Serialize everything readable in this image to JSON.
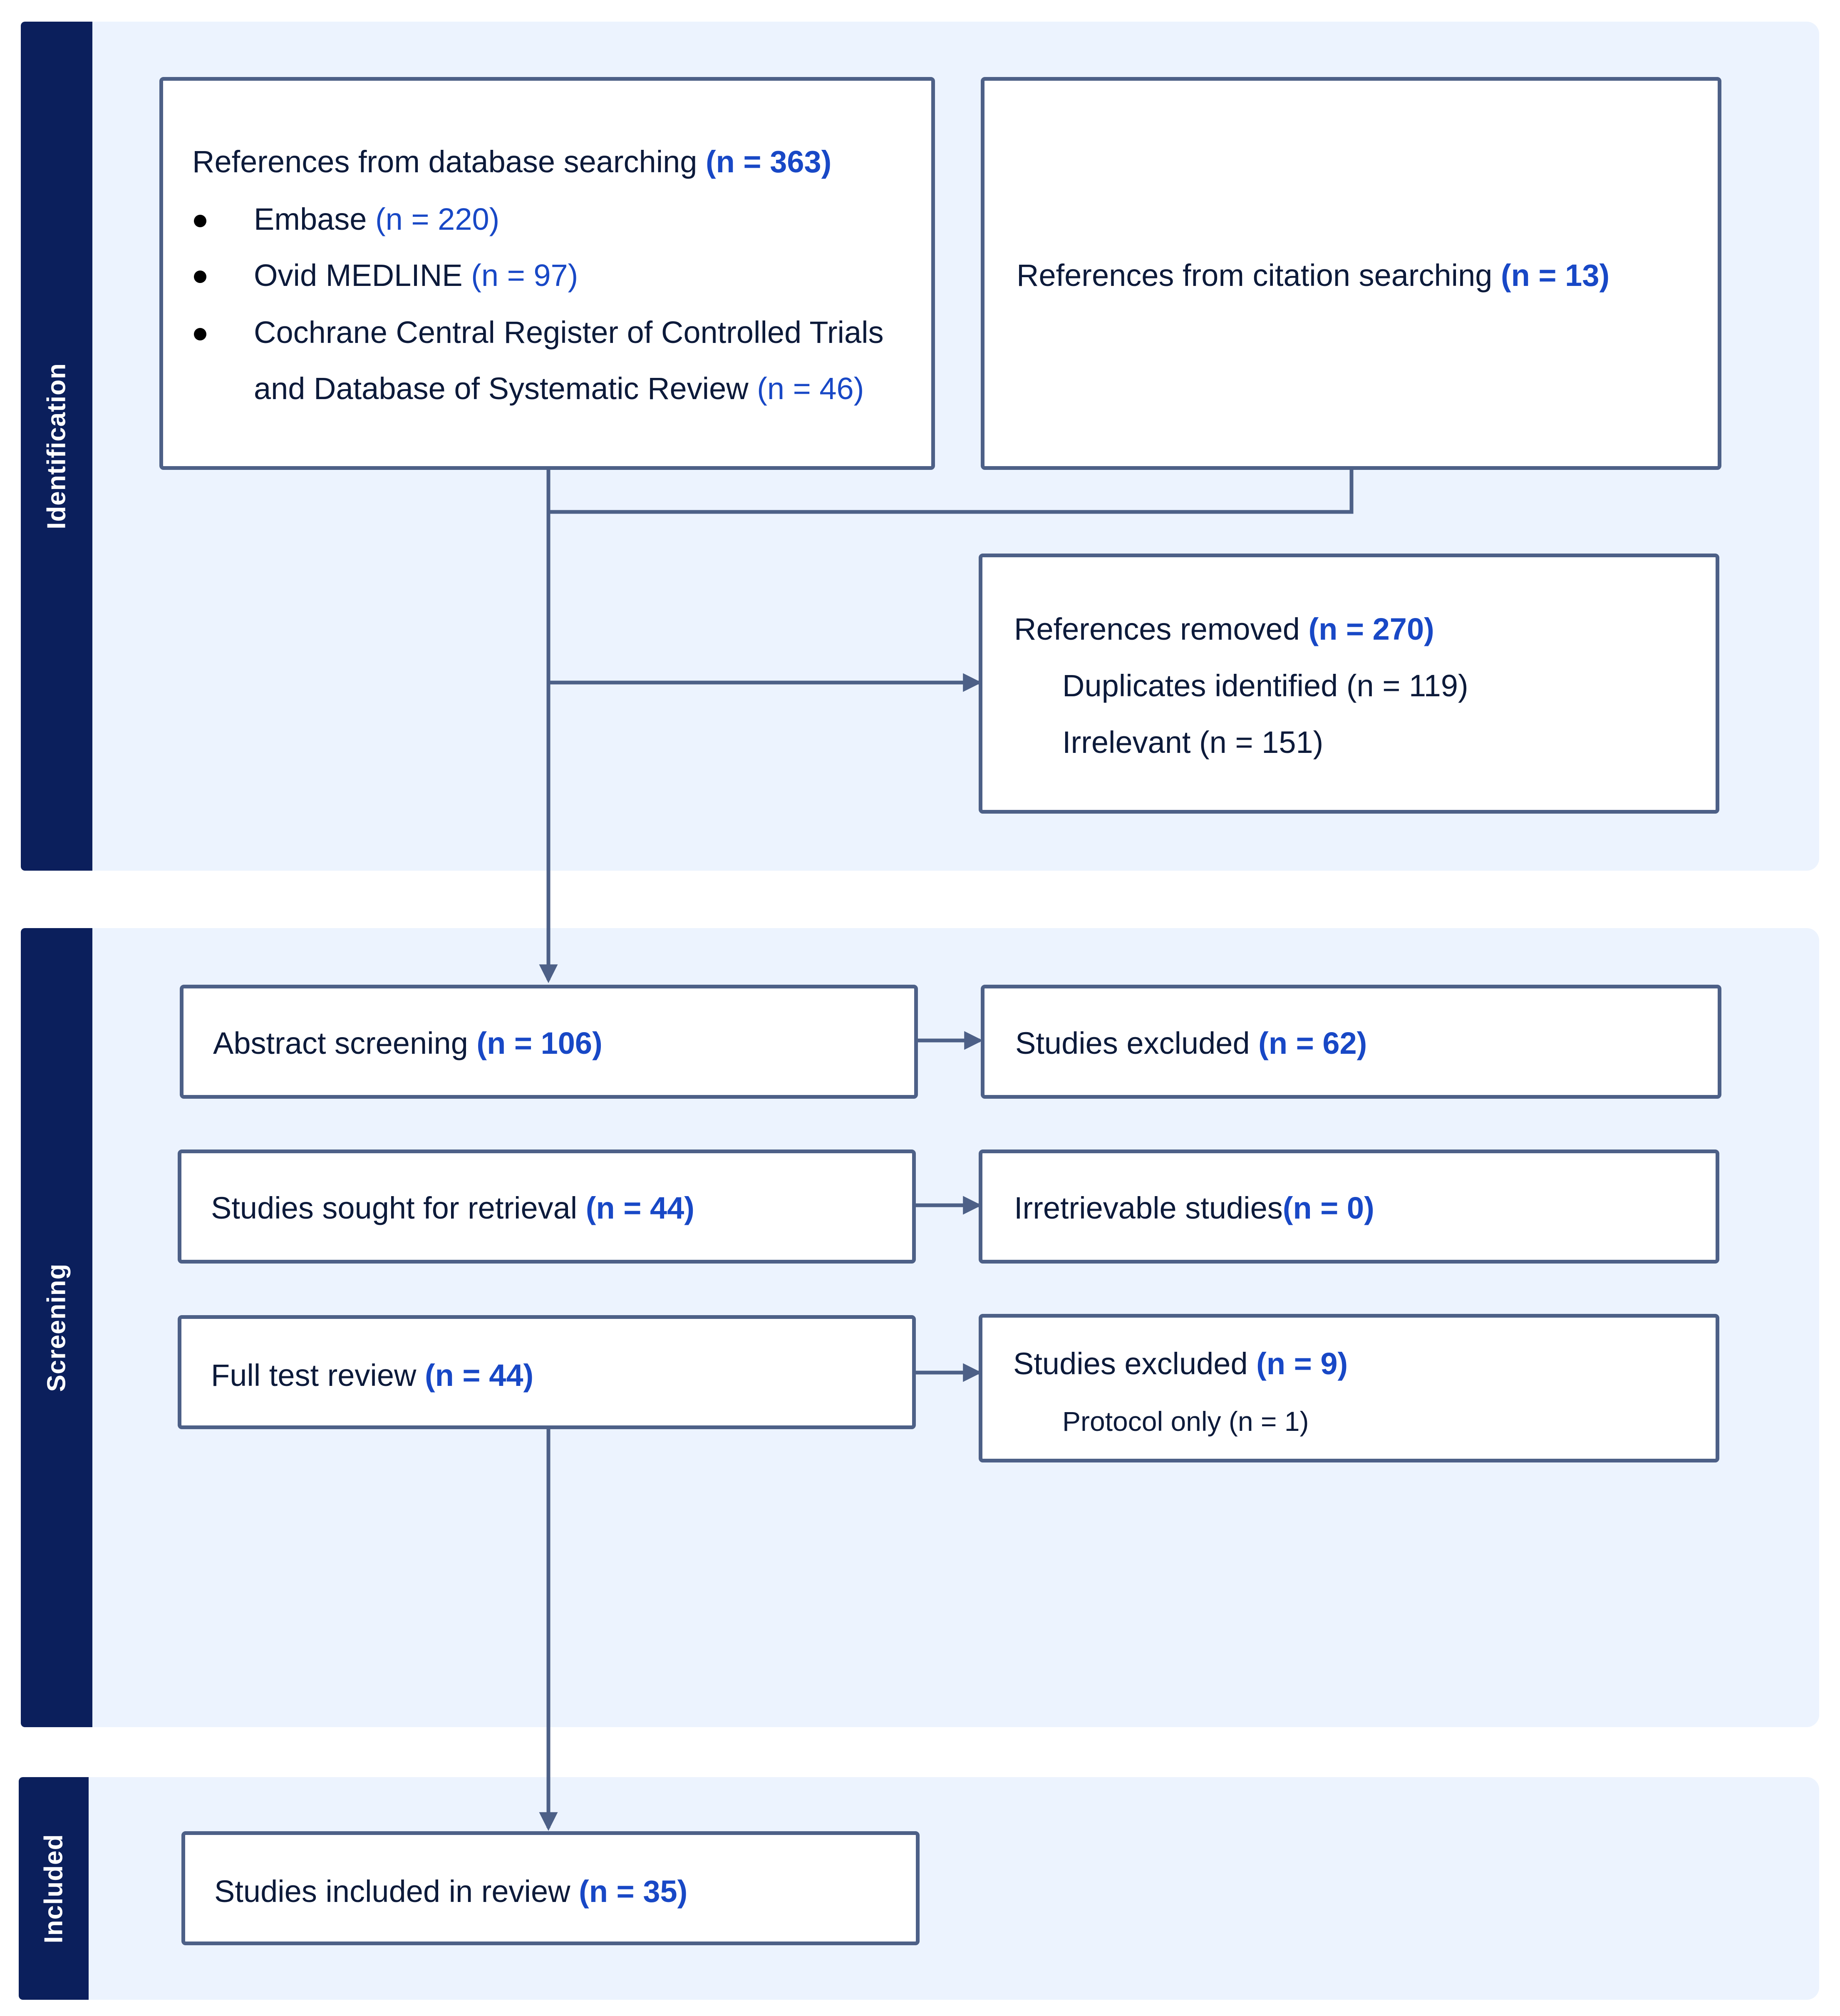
{
  "stages": {
    "identification": "Identification",
    "screening": "Screening",
    "included": "Included"
  },
  "db_search": {
    "label": "References from database searching",
    "count": "(n = 363)",
    "sources": [
      {
        "name": "Embase",
        "count": "(n = 220)"
      },
      {
        "name": "Ovid MEDLINE",
        "count": "(n = 97)"
      },
      {
        "name_line1": "Cochrane Central Register of Controlled Trials",
        "name_line2": "and Database of Systematic Review",
        "count": "(n = 46)"
      }
    ]
  },
  "citation_search": {
    "label": "References from citation searching",
    "count": "(n = 13)"
  },
  "removed": {
    "label": "References removed",
    "count": "(n = 270)",
    "items": [
      "Duplicates identified (n = 119)",
      "Irrelevant (n = 151)"
    ]
  },
  "abstract_screening": {
    "label": "Abstract screening",
    "count": "(n = 106)"
  },
  "excluded_abstract": {
    "label": "Studies excluded",
    "count": "(n = 62)"
  },
  "sought_retrieval": {
    "label": "Studies sought for retrieval",
    "count": "(n = 44)"
  },
  "irretrievable": {
    "label": "Irretrievable studies",
    "count": "(n = 0)"
  },
  "full_text": {
    "label": "Full test review",
    "count": "(n = 44)"
  },
  "excluded_full": {
    "label": "Studies excluded",
    "count": "(n = 9)",
    "items": [
      "Protocol only (n = 1)"
    ]
  },
  "included_studies": {
    "label": "Studies included in review",
    "count": "(n = 35)"
  },
  "colors": {
    "band": "#ecf3fe",
    "stage": "#0b1f5c",
    "border": "#4d6087",
    "accent": "#1848c6"
  }
}
